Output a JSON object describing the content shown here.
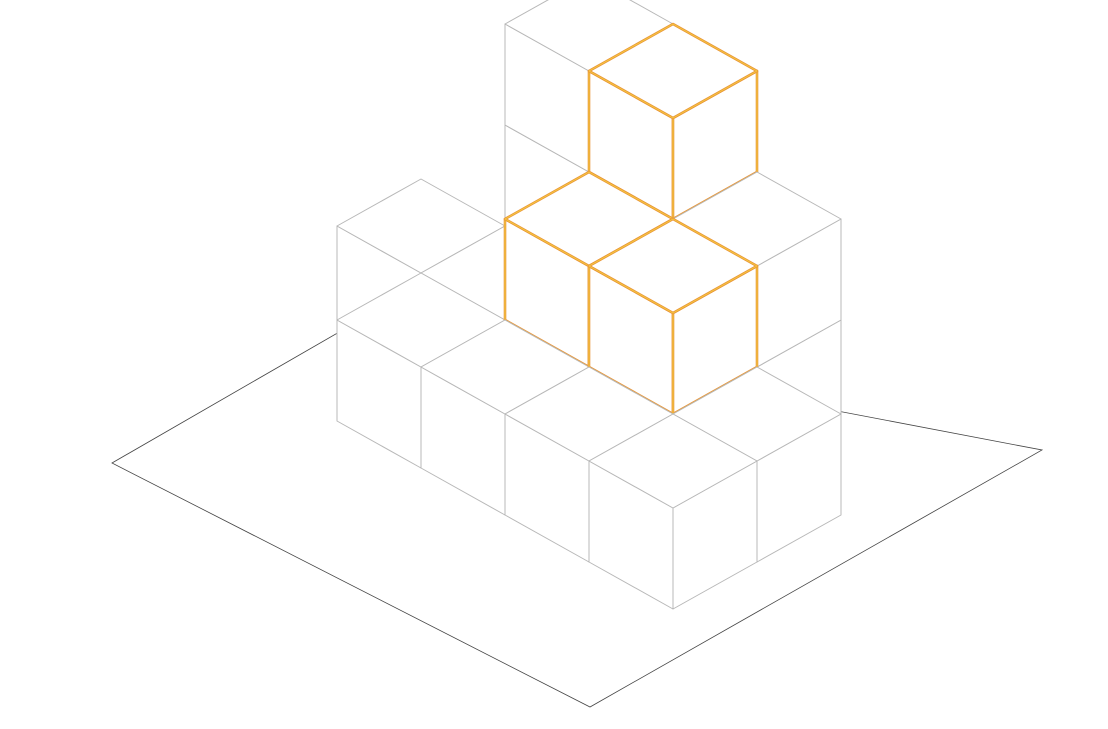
{
  "diagram": {
    "type": "isometric-cube-stack",
    "colors": {
      "background": "#ffffff",
      "floor_outline": "#444444",
      "cube_outline": "#b8b8b8",
      "highlight_outline": "#e9953a",
      "highlight_glow": "#f6cf3f"
    },
    "cubes": [
      {
        "i": 1,
        "j": -1,
        "level": 0,
        "highlighted": false
      },
      {
        "i": 0,
        "j": 0,
        "level": 0,
        "highlighted": false
      },
      {
        "i": 1,
        "j": 0,
        "level": 0,
        "highlighted": false
      },
      {
        "i": 2,
        "j": 0,
        "level": 0,
        "highlighted": false
      },
      {
        "i": -1,
        "j": 1,
        "level": 0,
        "highlighted": false
      },
      {
        "i": 0,
        "j": 1,
        "level": 0,
        "highlighted": false
      },
      {
        "i": 1,
        "j": 1,
        "level": 0,
        "highlighted": false
      },
      {
        "i": 2,
        "j": 1,
        "level": 0,
        "highlighted": false
      },
      {
        "i": 3,
        "j": 1,
        "level": 0,
        "highlighted": false
      },
      {
        "i": 0,
        "j": 2,
        "level": 0,
        "highlighted": false
      },
      {
        "i": 1,
        "j": 2,
        "level": 0,
        "highlighted": false
      },
      {
        "i": 2,
        "j": 2,
        "level": 0,
        "highlighted": false
      },
      {
        "i": 3,
        "j": 2,
        "level": 0,
        "highlighted": false
      },
      {
        "i": 0,
        "j": 0,
        "level": 1,
        "highlighted": false
      },
      {
        "i": 1,
        "j": 0,
        "level": 1,
        "highlighted": false
      },
      {
        "i": 2,
        "j": 0,
        "level": 1,
        "highlighted": false
      },
      {
        "i": 1,
        "j": 1,
        "level": 1,
        "highlighted": true
      },
      {
        "i": 2,
        "j": 1,
        "level": 1,
        "highlighted": true
      },
      {
        "i": 0,
        "j": 0,
        "level": 2,
        "highlighted": false
      },
      {
        "i": 1,
        "j": 0,
        "level": 2,
        "highlighted": false
      },
      {
        "i": 1,
        "j": 0,
        "level": 2,
        "highlighted": true
      }
    ]
  }
}
